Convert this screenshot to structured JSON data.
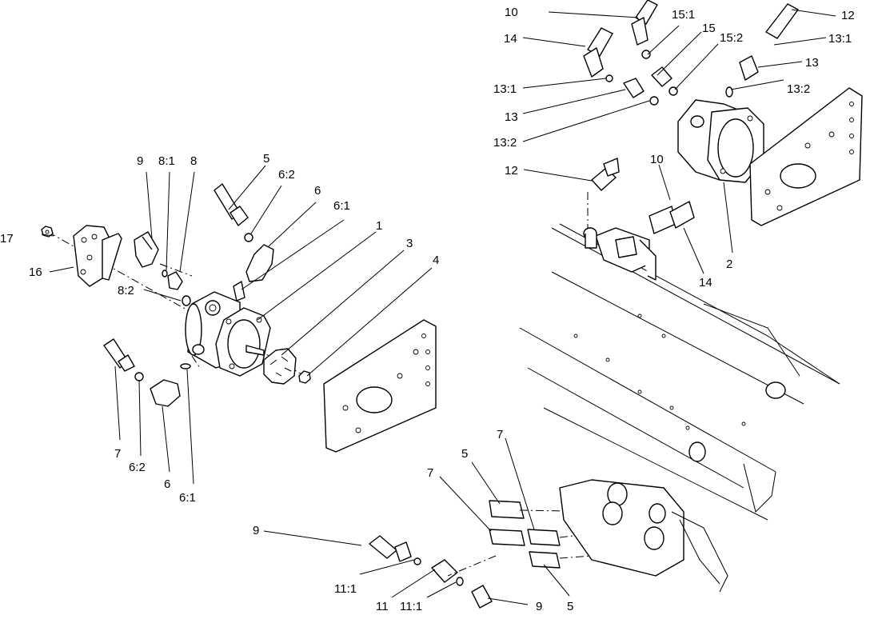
{
  "callouts": {
    "c1": "1",
    "c2": "2",
    "c3": "3",
    "c4": "4",
    "c5a": "5",
    "c5b": "5",
    "c5c": "5",
    "c6a": "6",
    "c6b": "6",
    "c6_1a": "6:1",
    "c6_1b": "6:1",
    "c6_2a": "6:2",
    "c6_2b": "6:2",
    "c7a": "7",
    "c7b": "7",
    "c7c": "7",
    "c8": "8",
    "c8_1": "8:1",
    "c8_2": "8:2",
    "c9a": "9",
    "c9b": "9",
    "c9c": "9",
    "c10a": "10",
    "c10b": "10",
    "c11": "11",
    "c11_1a": "11:1",
    "c11_1b": "11:1",
    "c12a": "12",
    "c12b": "12",
    "c13a": "13",
    "c13b": "13",
    "c13_1a": "13:1",
    "c13_1b": "13:1",
    "c13_2a": "13:2",
    "c13_2b": "13:2",
    "c14a": "14",
    "c14b": "14",
    "c15": "15",
    "c15_1": "15:1",
    "c15_2": "15:2",
    "c16": "16",
    "c17": "17"
  }
}
